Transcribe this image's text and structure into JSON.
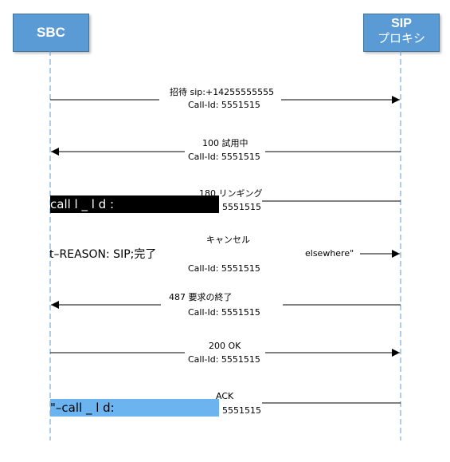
{
  "actors": {
    "sbc": "SBC",
    "sip_line1": "SIP",
    "sip_line2": "プロキシ"
  },
  "messages": [
    {
      "label": "招待 sip:+14255555555",
      "call_id": "Call-Id: 5551515"
    },
    {
      "label": "100 試用中",
      "call_id": "Call-Id: 5551515"
    },
    {
      "label": "180 リンギング",
      "call_id": "5551515",
      "overlay": "call l _ l d :"
    },
    {
      "label": "キャンセル",
      "call_id": "Call-Id: 5551515",
      "left_text": "t–REASON: SIP;完了",
      "right_text": "elsewhere\""
    },
    {
      "label": "487 要求の終了",
      "call_id": "Call-Id: 5551515"
    },
    {
      "label": "200 OK",
      "call_id": "Call-Id: 5551515"
    },
    {
      "label": "ACK",
      "call_id": "5551515",
      "overlay": "\"–call _ l d:"
    }
  ],
  "colors": {
    "actor_fill": "#5b9bd5",
    "lifeline": "#5b9bd5",
    "overlay_black": "#000000",
    "overlay_blue": "#6cb4f0"
  }
}
